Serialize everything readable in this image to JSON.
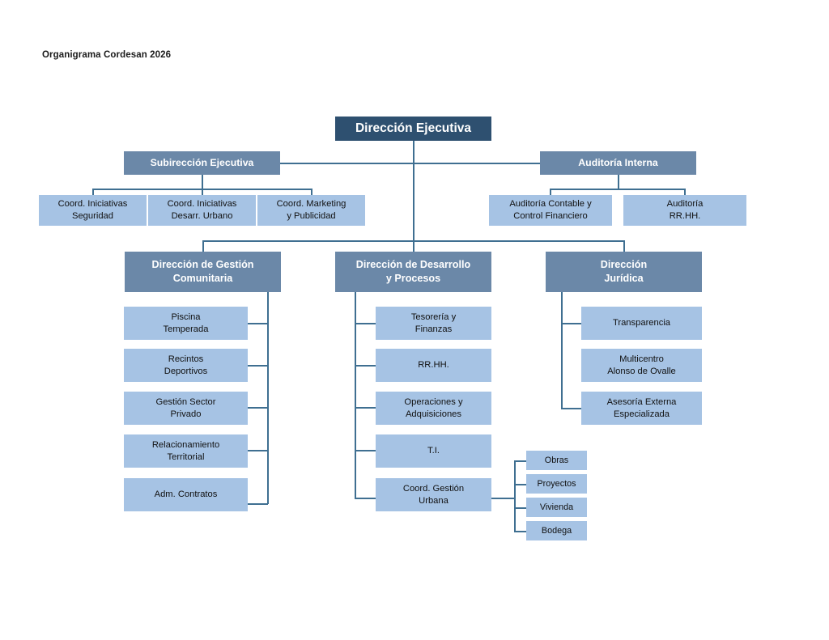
{
  "document": {
    "title": "Organigrama Cordesan 2026"
  },
  "colors": {
    "executive_box": "#2e5070",
    "direction_box": "#6b88a8",
    "unit_box": "#a6c3e4",
    "connector": "#3f6f91",
    "page_background": "#ffffff",
    "executive_text": "#ffffff",
    "unit_text": "#111111"
  },
  "chart_type": "organizational-chart",
  "org": {
    "root": {
      "id": "direccion-ejecutiva",
      "label": "Dirección Ejecutiva",
      "level": 1
    },
    "level2": [
      {
        "id": "subdireccion-ejecutiva",
        "label": "Subirección Ejecutiva",
        "level": 2
      },
      {
        "id": "auditoria-interna",
        "label": "Auditoría Interna",
        "level": 2
      }
    ],
    "subdireccion_children": [
      {
        "id": "coord-iniciativas-seguridad",
        "label": "Coord. Iniciativas\nSeguridad"
      },
      {
        "id": "coord-iniciativas-desarr-urbano",
        "label": "Coord. Iniciativas\nDesarr. Urbano"
      },
      {
        "id": "coord-marketing-publicidad",
        "label": "Coord. Marketing\ny Publicidad"
      }
    ],
    "auditoria_children": [
      {
        "id": "auditoria-contable-control-financiero",
        "label": "Auditoría Contable y\nControl Financiero"
      },
      {
        "id": "auditoria-rrhh",
        "label": "Auditoría\nRR.HH."
      }
    ],
    "level3": [
      {
        "id": "direccion-gestion-comunitaria",
        "label": "Dirección de Gestión\nComunitaria"
      },
      {
        "id": "direccion-desarrollo-procesos",
        "label": "Dirección de Desarrollo\ny Procesos"
      },
      {
        "id": "direccion-juridica",
        "label": "Dirección\nJurídica"
      }
    ],
    "gestion_comunitaria_children": [
      {
        "id": "piscina-temperada",
        "label": "Piscina\nTemperada"
      },
      {
        "id": "recintos-deportivos",
        "label": "Recintos\nDeportivos"
      },
      {
        "id": "gestion-sector-privado",
        "label": "Gestión Sector\nPrivado"
      },
      {
        "id": "relacionamiento-territorial",
        "label": "Relacionamiento\nTerritorial"
      },
      {
        "id": "adm-contratos",
        "label": "Adm. Contratos"
      }
    ],
    "desarrollo_procesos_children": [
      {
        "id": "tesoreria-finanzas",
        "label": "Tesorería y\nFinanzas"
      },
      {
        "id": "rrhh",
        "label": "RR.HH."
      },
      {
        "id": "operaciones-adquisiciones",
        "label": "Operaciones y\nAdquisiciones"
      },
      {
        "id": "ti",
        "label": "T.I."
      },
      {
        "id": "coord-gestion-urbana",
        "label": "Coord. Gestión\nUrbana"
      }
    ],
    "juridica_children": [
      {
        "id": "transparencia",
        "label": "Transparencia"
      },
      {
        "id": "multicentro-alonso-ovalle",
        "label": "Multicentro\nAlonso de Ovalle"
      },
      {
        "id": "asesoria-externa-especializada",
        "label": "Asesoría Externa\nEspecializada"
      }
    ],
    "gestion_urbana_children": [
      {
        "id": "obras",
        "label": "Obras"
      },
      {
        "id": "proyectos",
        "label": "Proyectos"
      },
      {
        "id": "vivienda",
        "label": "Vivienda"
      },
      {
        "id": "bodega",
        "label": "Bodega"
      }
    ]
  }
}
